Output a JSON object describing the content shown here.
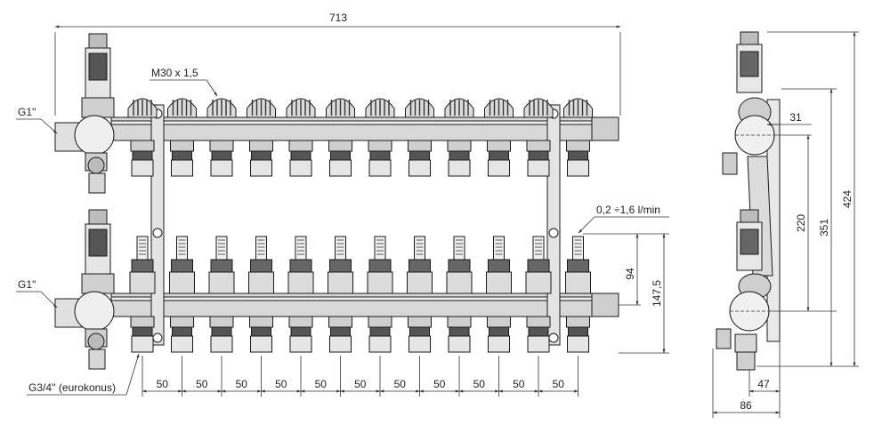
{
  "labels": {
    "overall_width": "713",
    "thread": "M30 x 1,5",
    "inlet_top": "G1''",
    "inlet_bottom": "G1''",
    "flow_range": "0,2 ÷1,6 l/min",
    "outlet_thread": "G3/4'' (eurokonus)",
    "dim_94": "94",
    "dim_147_5": "147,5",
    "side_31": "31",
    "side_220": "220",
    "side_351": "351",
    "side_424": "424",
    "side_47": "47",
    "side_86": "86"
  },
  "spacing": [
    "50",
    "50",
    "50",
    "50",
    "50",
    "50",
    "50",
    "50",
    "50",
    "50",
    "50"
  ],
  "circuits": 12
}
